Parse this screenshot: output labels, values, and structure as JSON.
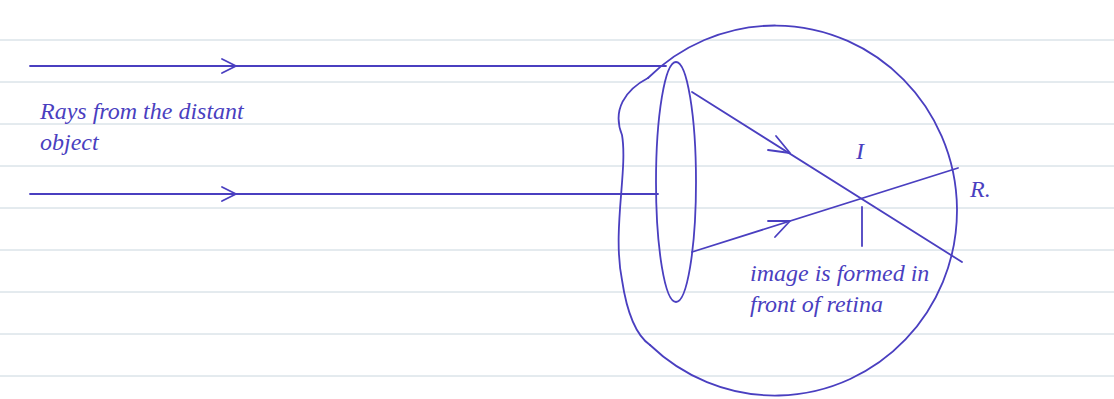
{
  "diagram": {
    "labels": [
      "Rays from the distant object",
      "I",
      "R.",
      "image is formed in front of retina"
    ]
  }
}
